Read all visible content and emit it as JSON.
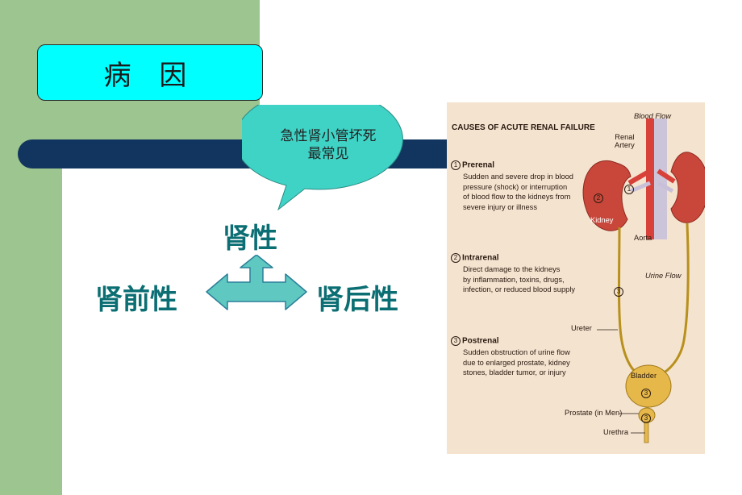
{
  "slide": {
    "title": "病 因",
    "bubble_line1": "急性肾小管坏死",
    "bubble_line2": "最常见",
    "label_top": "肾性",
    "label_left": "肾前性",
    "label_right": "肾后性"
  },
  "figure": {
    "heading": "CAUSES OF ACUTE RENAL FAILURE",
    "blood_flow": "Blood Flow",
    "renal_artery_1": "Renal",
    "renal_artery_2": "Artery",
    "kidney": "Kidney",
    "aorta": "Aorta",
    "urine_flow": "Urine Flow",
    "ureter": "Ureter",
    "bladder": "Bladder",
    "prostate": "Prostate (in Men)",
    "urethra": "Urethra",
    "marker_1": "1",
    "marker_2": "2",
    "marker_3": "3",
    "causes": [
      {
        "num": "1",
        "title": "Prerenal",
        "lines": [
          "Sudden and severe drop in blood",
          "pressure (shock) or interruption",
          "of blood flow to the kidneys from",
          "severe injury or illness"
        ]
      },
      {
        "num": "2",
        "title": "Intrarenal",
        "lines": [
          "Direct damage to the kidneys",
          "by inflammation, toxins, drugs,",
          "infection, or reduced blood supply"
        ]
      },
      {
        "num": "3",
        "title": "Postrenal",
        "lines": [
          "Sudden obstruction of urine flow",
          "due to enlarged prostate, kidney",
          "stones, bladder tumor, or injury"
        ]
      }
    ]
  },
  "colors": {
    "green": "#9cc58f",
    "navy": "#11355e",
    "cyan": "#00ffff",
    "teal_text": "#0b6e73",
    "bubble": "#3fd3c6",
    "arrow": "#5fc8c0",
    "figure_bg": "#f4e3cf"
  }
}
